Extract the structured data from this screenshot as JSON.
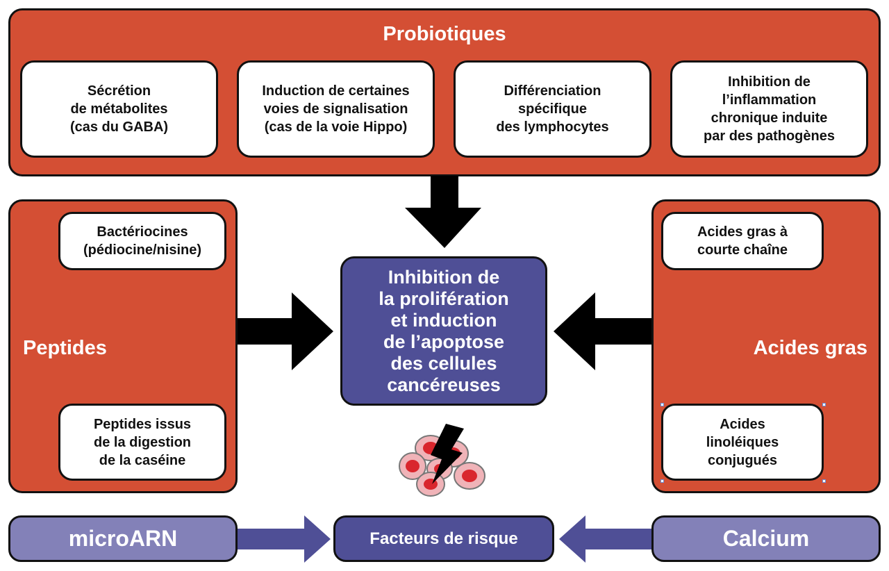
{
  "colors": {
    "probiotic_red": "#d44f34",
    "center_purple": "#4f4f96",
    "light_purple": "#8381b8",
    "arrow_black": "#000000",
    "text_white": "#ffffff",
    "text_dark": "#111111"
  },
  "probiotiques": {
    "title": "Probiotiques",
    "items": [
      {
        "label": "Sécrétion\nde métabolites\n(cas du GABA)"
      },
      {
        "label": "Induction de certaines\nvoies de signalisation\n(cas de la voie Hippo)"
      },
      {
        "label": "Différenciation\nspécifique\ndes lymphocytes"
      },
      {
        "label": "Inhibition de\nl’inflammation\nchronique induite\npar des pathogènes"
      }
    ]
  },
  "peptides": {
    "title": "Peptides",
    "items": [
      {
        "label": "Bactériocines\n(pédiocine/nisine)"
      },
      {
        "label": "Peptides issus\nde la digestion\nde la caséine"
      }
    ]
  },
  "acides_gras": {
    "title": "Acides gras",
    "items": [
      {
        "label": "Acides gras à\ncourte chaîne"
      },
      {
        "label": "Acides\nlinoléiques\nconjugués"
      }
    ]
  },
  "center": {
    "label": "Inhibition de\nla prolifération\net induction\nde l’apoptose\ndes cellules\ncancéreuses",
    "icon": "cancer-cells-lightning-icon"
  },
  "bottom_row": {
    "left": "microARN",
    "center": "Facteurs de risque",
    "right": "Calcium"
  },
  "arrows": {
    "probiotiques_to_center": "down-arrow",
    "peptides_to_center": "right-arrow",
    "acides_gras_to_center": "left-arrow",
    "microarn_to_facteurs": "right-arrow",
    "calcium_to_facteurs": "left-arrow"
  }
}
